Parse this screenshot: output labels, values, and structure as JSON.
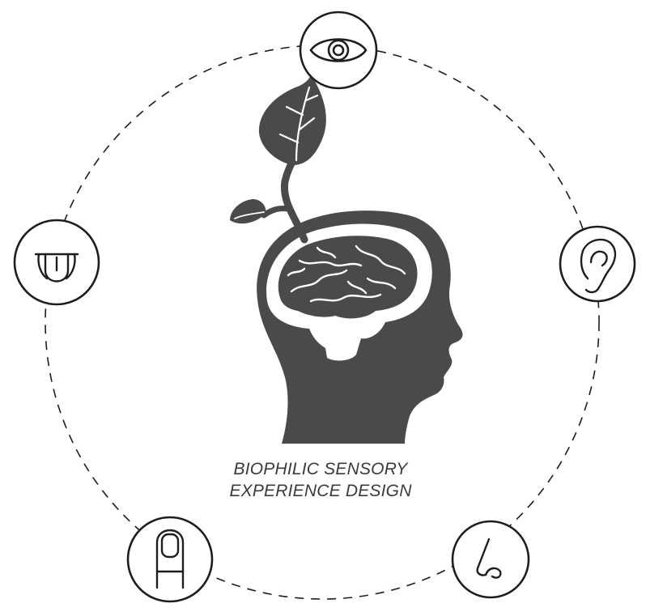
{
  "caption": {
    "line1": "BIOPHILIC SENSORY",
    "line2": "EXPERIENCE DESIGN"
  },
  "senses": [
    {
      "name": "sight",
      "icon": "eye-icon"
    },
    {
      "name": "hearing",
      "icon": "ear-icon"
    },
    {
      "name": "smell",
      "icon": "nose-icon"
    },
    {
      "name": "touch",
      "icon": "finger-icon"
    },
    {
      "name": "taste",
      "icon": "tongue-icon"
    }
  ],
  "central_illustration": {
    "icon": "head-brain-plant-icon"
  },
  "colors": {
    "ink": "#1e1e1e",
    "head": "#4a4a4a",
    "dashed_line": "#1e1e1e",
    "background": "#ffffff"
  }
}
